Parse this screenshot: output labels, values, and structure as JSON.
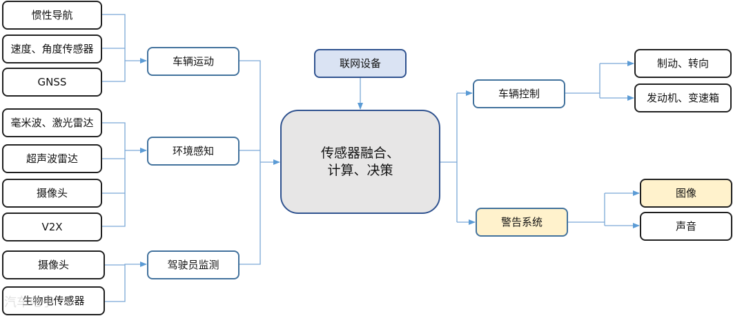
{
  "inputs": {
    "inertial_nav": "惯性导航",
    "speed_angle_sensor": "速度、角度传感器",
    "gnss": "GNSS",
    "mmwave_lidar": "毫米波、激光雷达",
    "ultrasonic_radar": "超声波雷达",
    "camera_env": "摄像头",
    "v2x": "V2X",
    "camera_driver": "摄像头",
    "bio_sensor": "生物电传感器"
  },
  "groups": {
    "vehicle_motion": "车辆运动",
    "environment_perception": "环境感知",
    "driver_monitoring": "驾驶员监测"
  },
  "connected_device": "联网设备",
  "center": {
    "line1": "传感器融合、",
    "line2": "计算、决策"
  },
  "outputs": {
    "vehicle_control": "车辆控制",
    "warning_system": "警告系统",
    "brake_steer": "制动、转向",
    "engine_gearbox": "发动机、变速箱",
    "image": "图像",
    "sound": "声音"
  },
  "watermark": "汽车电子"
}
